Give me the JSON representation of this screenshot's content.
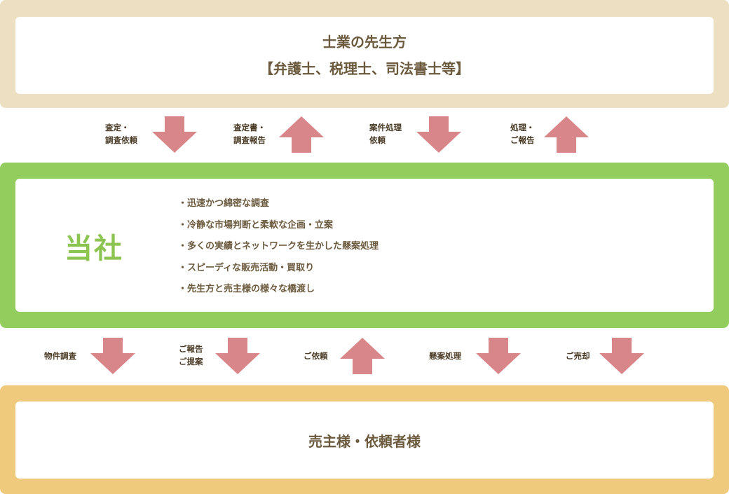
{
  "top": {
    "line1": "士業の先生方",
    "line2": "【弁護士、税理士、司法書士等】"
  },
  "upper_flows": [
    {
      "line1": "査定・",
      "line2": "調査依頼",
      "direction": "down"
    },
    {
      "line1": "査定書・",
      "line2": "調査報告",
      "direction": "up"
    },
    {
      "line1": "案件処理",
      "line2": "依頼",
      "direction": "down"
    },
    {
      "line1": "処理・",
      "line2": "ご報告",
      "direction": "up"
    }
  ],
  "company": {
    "name": "当社",
    "features": [
      "・迅速かつ綿密な調査",
      "・冷静な市場判断と柔軟な企画・立案",
      "・多くの実績とネットワークを生かした懸案処理",
      "・スピーディな販売活動・買取り",
      "・先生方と売主様の様々な橋渡し"
    ]
  },
  "lower_flows": [
    {
      "line1": "物件調査",
      "line2": "",
      "direction": "down"
    },
    {
      "line1": "ご報告",
      "line2": "ご提案",
      "direction": "down"
    },
    {
      "line1": "ご依頼",
      "line2": "",
      "direction": "up"
    },
    {
      "line1": "懸案処理",
      "line2": "",
      "direction": "down"
    },
    {
      "line1": "ご売却",
      "line2": "",
      "direction": "down"
    }
  ],
  "bottom": {
    "title": "売主様・依頼者様"
  },
  "colors": {
    "top_band": "#ecdfc2",
    "middle_band": "#92cd5e",
    "bottom_band": "#f0ca7c",
    "arrow": "#d9868a",
    "company_name": "#8cc451",
    "text": "#6b5a3e"
  }
}
